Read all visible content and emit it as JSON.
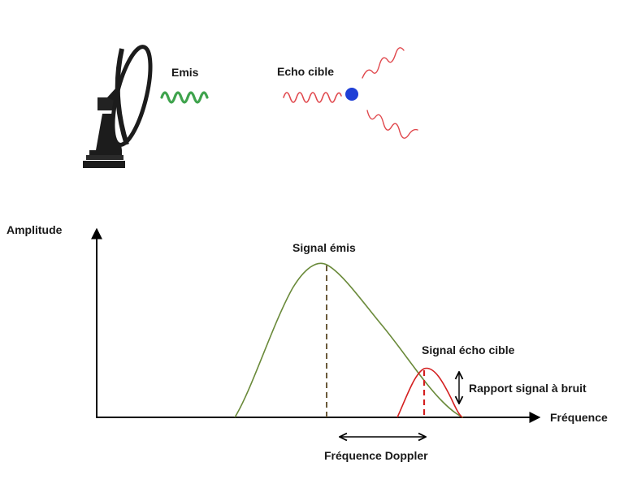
{
  "top_illustration": {
    "emitted_label": "Emis",
    "echo_label": "Echo cible",
    "emitted_wave_color": "#3fa34d",
    "echo_wave_color": "#e0474c",
    "target_color": "#1f3fd6"
  },
  "spectrum": {
    "y_axis_label": "Amplitude",
    "x_axis_label": "Fréquence",
    "emitted_signal_label": "Signal émis",
    "echo_signal_label": "Signal écho cible",
    "snr_label": "Rapport signal à bruit",
    "doppler_label": "Fréquence Doppler",
    "emitted_curve_color": "#6a8a3a",
    "echo_curve_color": "#d42020"
  }
}
